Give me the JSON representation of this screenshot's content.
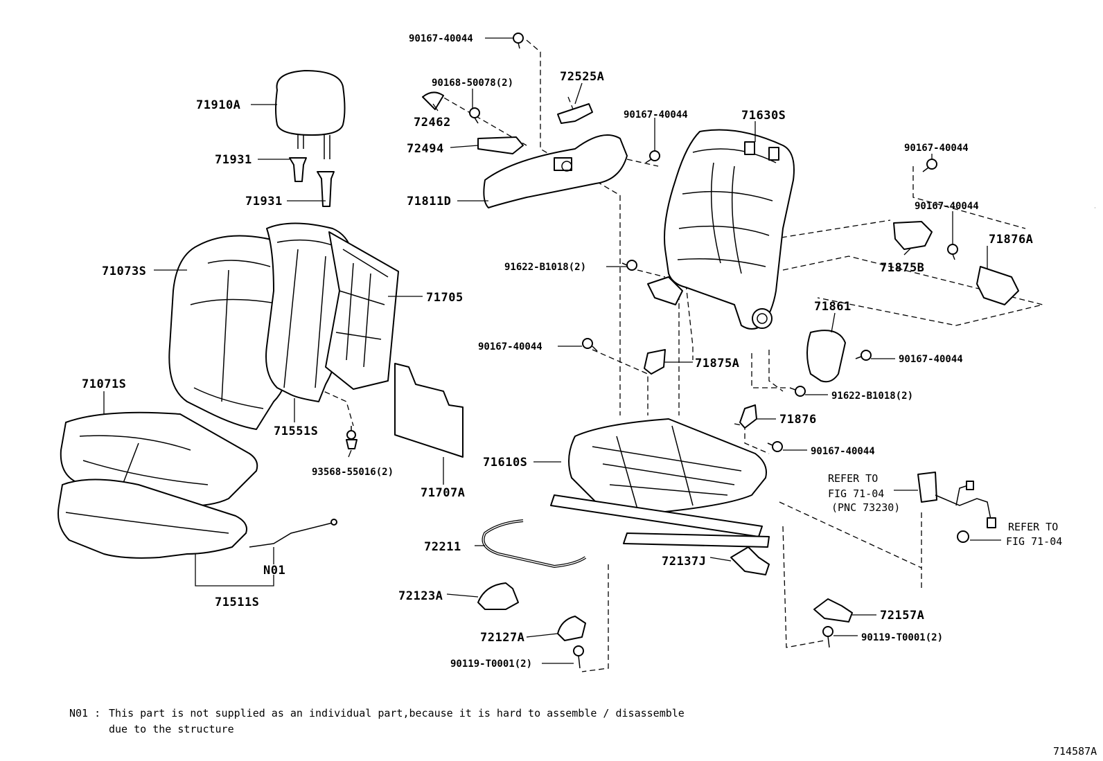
{
  "diagram_id": "714587A",
  "labels": {
    "p90167_top": "90167-40044",
    "p90168": "90168-50078(2)",
    "p72525A": "72525A",
    "p72462": "72462",
    "p72494": "72494",
    "p71811D": "71811D",
    "p90167_mid": "90167-40044",
    "p71630S": "71630S",
    "p90167_r1": "90167-40044",
    "p90167_r2": "90167-40044",
    "p71876A": "71876A",
    "p71875B": "71875B",
    "p71910A": "71910A",
    "p71931a": "71931",
    "p71931b": "71931",
    "p71073S": "71073S",
    "p71705": "71705",
    "p91622a": "91622-B1018(2)",
    "p71861": "71861",
    "p90167_l": "90167-40044",
    "p71875A": "71875A",
    "p90167_rr": "90167-40044",
    "p91622b": "91622-B1018(2)",
    "p71071S": "71071S",
    "p71551S": "71551S",
    "p93568": "93568-55016(2)",
    "p71707A": "71707A",
    "p71876": "71876",
    "p90167_b": "90167-40044",
    "p71610S": "71610S",
    "refer1_line1": "REFER TO",
    "refer1_line2": "FIG 71-04",
    "refer1_line3": "(PNC 73230)",
    "refer2_line1": "REFER TO",
    "refer2_line2": "FIG 71-04",
    "pN01": "N01",
    "p71511S": "71511S",
    "p72211": "72211",
    "p72137J": "72137J",
    "p72123A": "72123A",
    "p72157A": "72157A",
    "p72127A": "72127A",
    "p90119a": "90119-T0001(2)",
    "p90119b": "90119-T0001(2)"
  },
  "footnote": {
    "code": "N01 :",
    "line1": "This part is not supplied as an individual part,because it is hard to assemble / disassemble",
    "line2": "due to the structure"
  }
}
